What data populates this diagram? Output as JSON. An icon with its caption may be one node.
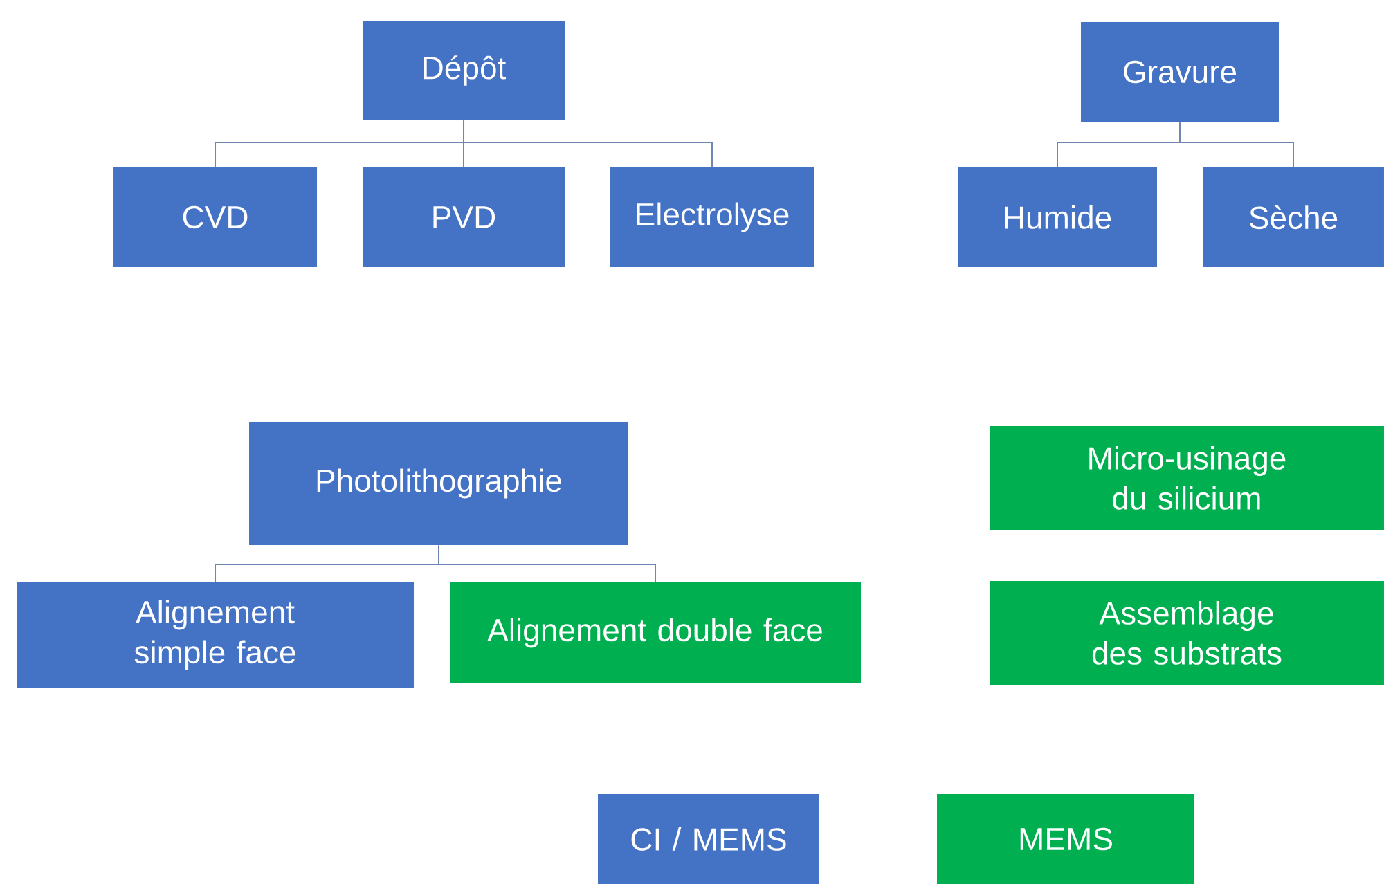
{
  "diagram": {
    "nodes": [
      {
        "text": [
          "Dépôt"
        ]
      },
      {
        "text": [
          "CVD"
        ]
      },
      {
        "text": [
          "PVD"
        ]
      },
      {
        "text": [
          "Electrolyse"
        ]
      },
      {
        "text": [
          "Gravure"
        ]
      },
      {
        "text": [
          "Humide"
        ]
      },
      {
        "text": [
          "Sèche"
        ]
      },
      {
        "text": [
          "Photolithographie"
        ]
      },
      {
        "text": [
          "Alignement simple face"
        ]
      },
      {
        "text": [
          "Alignement double face"
        ]
      },
      {
        "text": [
          "Micro-usinage du silicium"
        ]
      },
      {
        "text": [
          "Assemblage des substrats"
        ]
      },
      {
        "text": [
          "CI / MEMS"
        ]
      },
      {
        "text": [
          "MEMS"
        ]
      }
    ],
    "edges": [
      {
        "from": 0,
        "to": 1,
        "arrow": "none"
      },
      {
        "from": 0,
        "to": 2,
        "arrow": "none"
      },
      {
        "from": 0,
        "to": 3,
        "arrow": "none"
      },
      {
        "from": 4,
        "to": 5,
        "arrow": "none"
      },
      {
        "from": 4,
        "to": 6,
        "arrow": "none"
      },
      {
        "from": 7,
        "to": 8,
        "arrow": "none"
      },
      {
        "from": 7,
        "to": 9,
        "arrow": "none"
      }
    ]
  }
}
